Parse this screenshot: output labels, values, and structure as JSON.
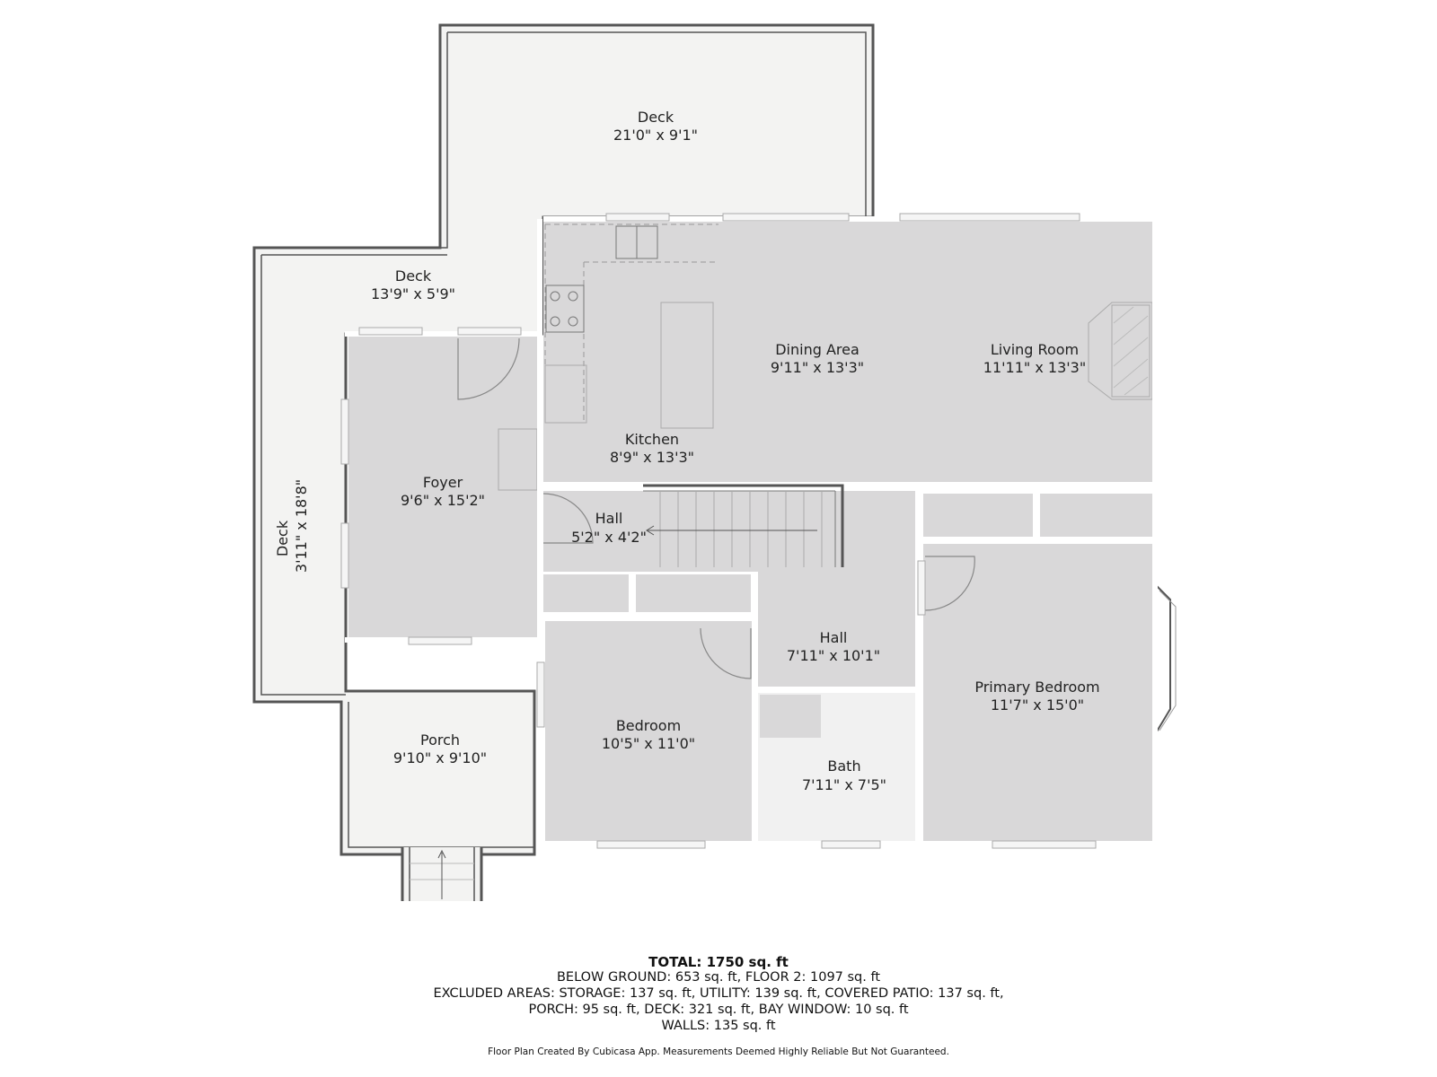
{
  "colors": {
    "room_fill": "#d9d8d9",
    "deck_fill": "#f3f3f2",
    "wall": "#555555",
    "background": "#ffffff",
    "text": "#222222"
  },
  "rooms": {
    "deck_top": {
      "name": "Deck",
      "size": "21'0\" x 9'1\""
    },
    "deck_mid": {
      "name": "Deck",
      "size": "13'9\" x 5'9\""
    },
    "deck_left": {
      "name": "Deck",
      "size": "3'11\" x 18'8\""
    },
    "foyer": {
      "name": "Foyer",
      "size": "9'6\" x 15'2\""
    },
    "kitchen": {
      "name": "Kitchen",
      "size": "8'9\" x 13'3\""
    },
    "dining": {
      "name": "Dining Area",
      "size": "9'11\" x 13'3\""
    },
    "living": {
      "name": "Living Room",
      "size": "11'11\" x 13'3\""
    },
    "hall_small": {
      "name": "Hall",
      "size": "5'2\" x 4'2\""
    },
    "hall_main": {
      "name": "Hall",
      "size": "7'11\" x 10'1\""
    },
    "bedroom": {
      "name": "Bedroom",
      "size": "10'5\" x 11'0\""
    },
    "bath": {
      "name": "Bath",
      "size": "7'11\" x 7'5\""
    },
    "primary_bedroom": {
      "name": "Primary Bedroom",
      "size": "11'7\" x 15'0\""
    },
    "porch": {
      "name": "Porch",
      "size": "9'10\" x 9'10\""
    }
  },
  "summary": {
    "total_label": "TOTAL: 1750 sq. ft",
    "line1": "BELOW GROUND: 653 sq. ft, FLOOR 2: 1097 sq. ft",
    "line2": "EXCLUDED AREAS: STORAGE: 137 sq. ft, UTILITY: 139 sq. ft, COVERED PATIO: 137 sq. ft,",
    "line3": "PORCH: 95 sq. ft, DECK: 321 sq. ft, BAY WINDOW: 10 sq. ft",
    "line4": "WALLS: 135 sq. ft"
  },
  "credit": "Floor Plan Created By Cubicasa App. Measurements Deemed Highly Reliable But Not Guaranteed."
}
